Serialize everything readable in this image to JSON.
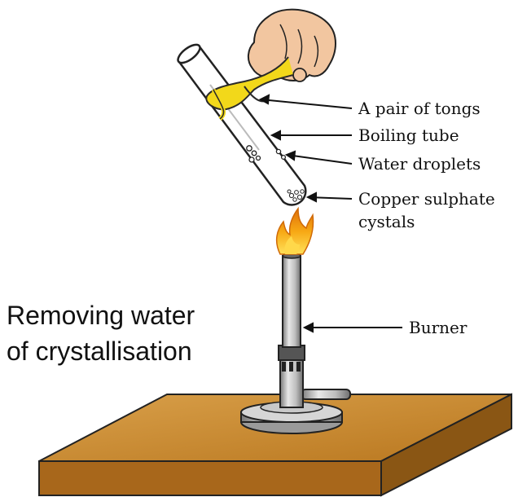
{
  "caption": {
    "line1": "Removing water",
    "line2": "of crystallisation"
  },
  "labels": {
    "tongs": "A pair of tongs",
    "boiling_tube": "Boiling tube",
    "water_droplets": "Water droplets",
    "crystals_line1": "Copper sulphate",
    "crystals_line2": "cystals",
    "burner": "Burner"
  },
  "colors": {
    "table_top": "#c98a2c",
    "table_edge": "#8a5614",
    "flame_outer": "#f5a20a",
    "flame_inner": "#ffd84a",
    "tongs": "#f2d81a",
    "burner_metal": "#b8b8b8",
    "skin": "#f2c6a0"
  }
}
